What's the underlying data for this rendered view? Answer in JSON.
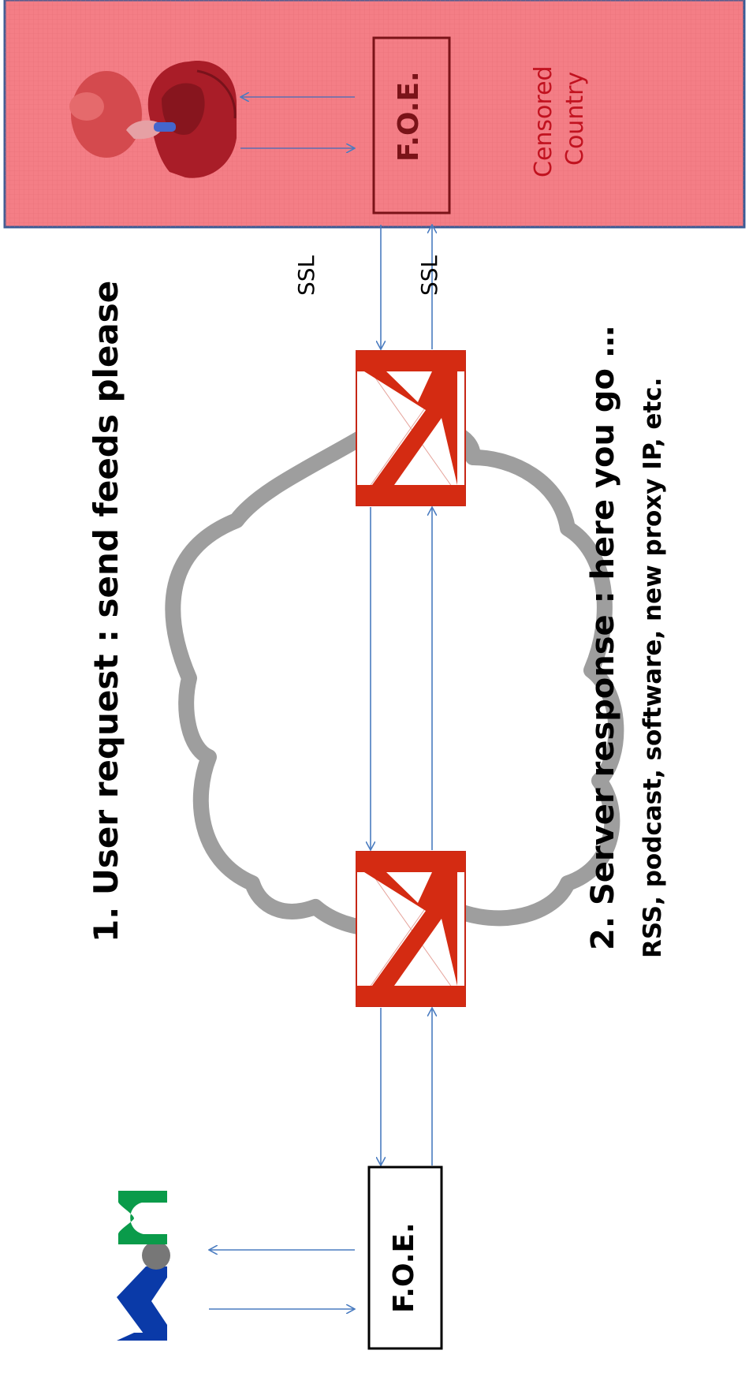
{
  "user_request_label": "1. User request : send feeds please",
  "server_response_label": "2. Server response : here you go …",
  "server_response_sub": "RSS, podcast, software, new proxy IP, etc.",
  "ssl_label_1": "SSL",
  "ssl_label_2": "SSL",
  "foe_censored_label": "F.O.E.",
  "foe_server_label": "F.O.E.",
  "censored_line1": "Censored",
  "censored_line2": "Country",
  "icons": [
    "user-icon",
    "mail-server-icon",
    "mail-server-icon",
    "voa-logo-icon",
    "cloud-icon"
  ],
  "colors": {
    "censored_fill": "#f47e86",
    "censored_border": "#3a5a94",
    "arrow": "#4a7cc0",
    "cloud": "#9e9e9e",
    "mail_red": "#d42b12",
    "censored_text": "#c1121f",
    "voa_blue": "#0a3aa8",
    "voa_green": "#0a9b4a",
    "voa_gray": "#777777"
  }
}
